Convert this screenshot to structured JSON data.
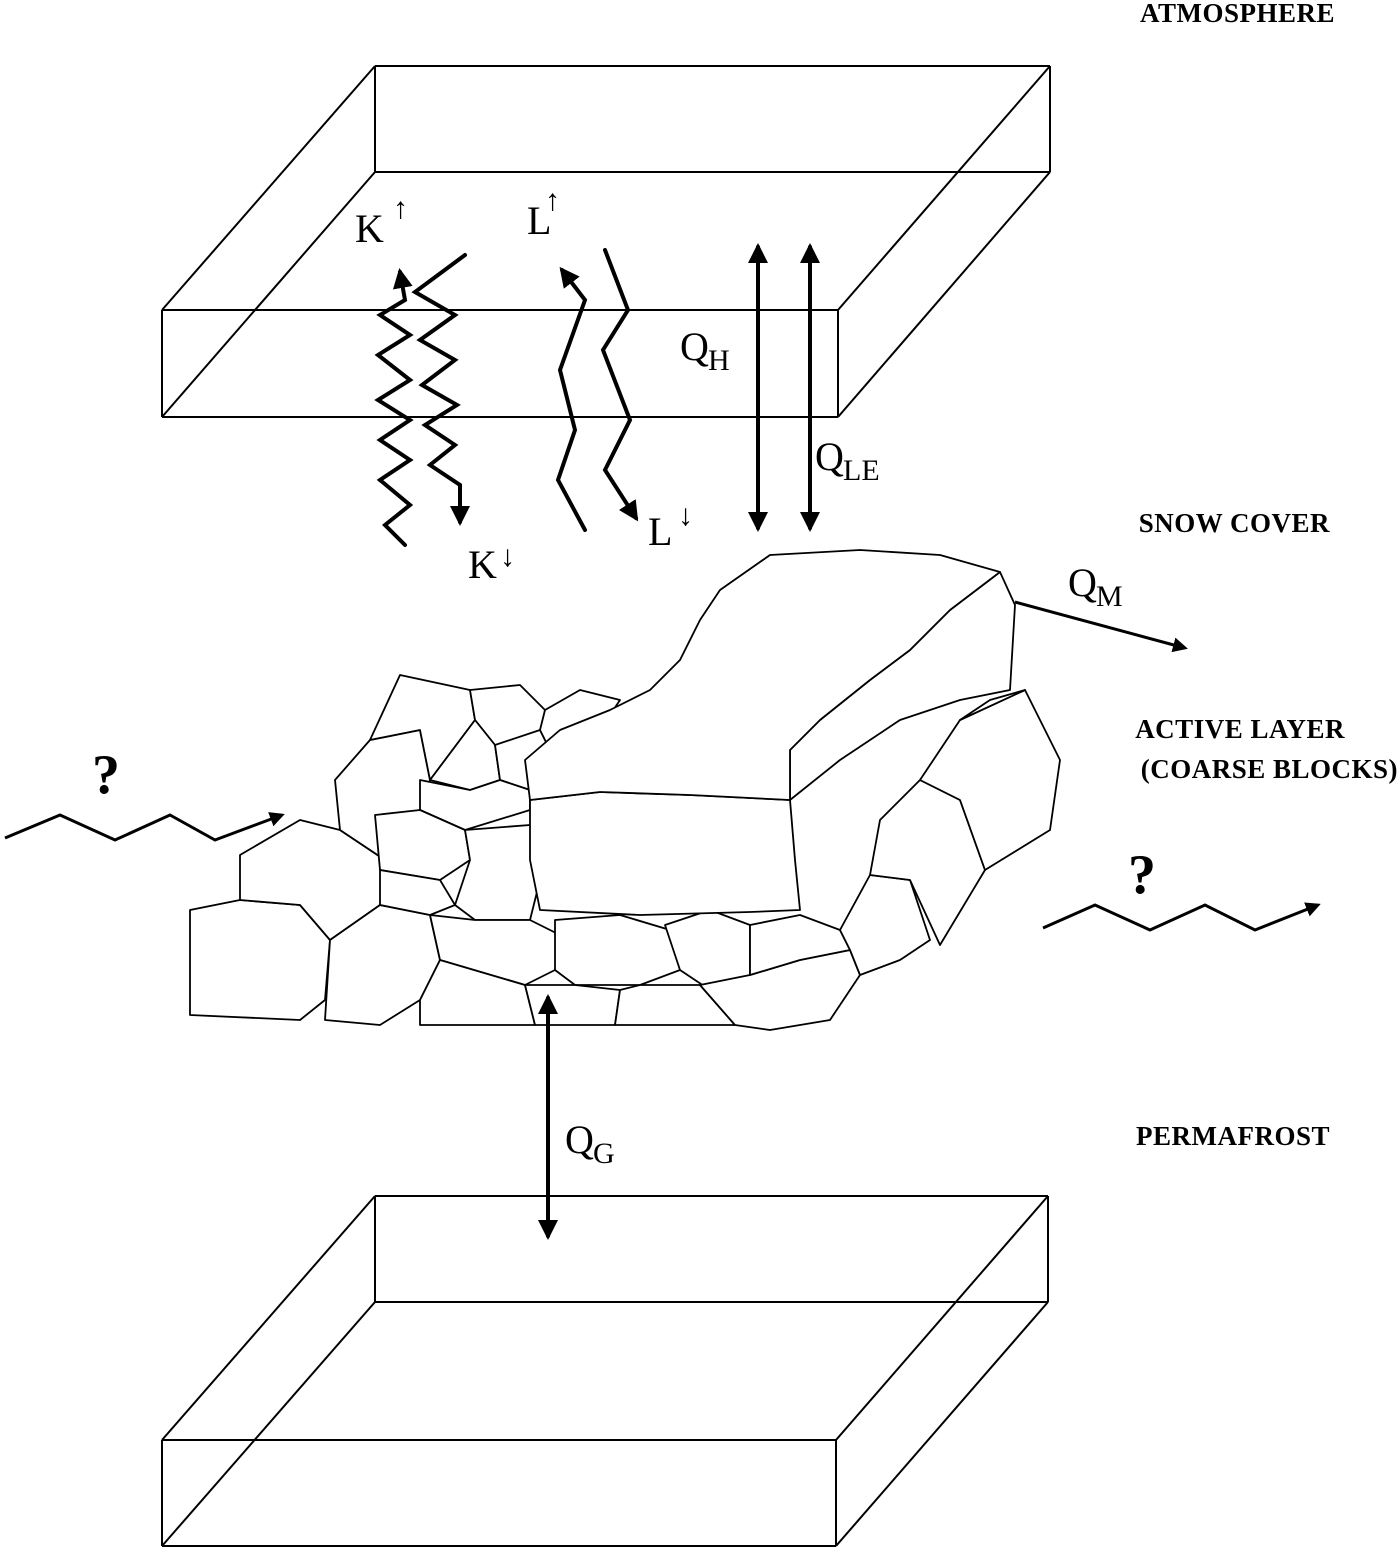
{
  "layers": {
    "atmosphere": "ATMOSPHERE",
    "snow_cover": "SNOW COVER",
    "active_layer_line1": "ACTIVE LAYER",
    "active_layer_line2": "(COARSE BLOCKS)",
    "permafrost": "PERMAFROST"
  },
  "fluxes": {
    "shortwave_up": {
      "base": "K",
      "arrow": "↑"
    },
    "shortwave_down": {
      "base": "K",
      "arrow": "↓"
    },
    "longwave_up": {
      "base": "L",
      "arrow": "↑"
    },
    "longwave_down": {
      "base": "L",
      "arrow": "↓"
    },
    "sensible_heat": {
      "base": "Q",
      "sub": "H"
    },
    "latent_heat": {
      "base": "Q",
      "sub": "LE"
    },
    "melt": {
      "base": "Q",
      "sub": "M"
    },
    "ground_heat": {
      "base": "Q",
      "sub": "G"
    }
  },
  "unknown_marks": {
    "inflow": "?",
    "outflow": "?"
  }
}
